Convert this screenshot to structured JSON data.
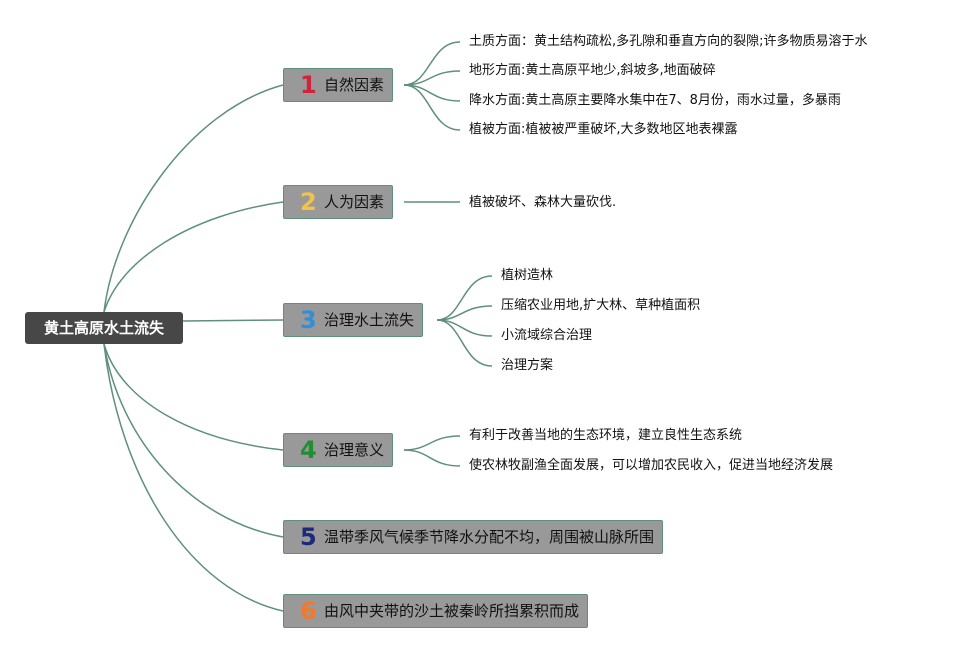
{
  "root": "黄土高原水土流失",
  "colors": {
    "link": "#5f8f7e",
    "root_bg": "#474747",
    "topic_bg": "#999999",
    "num": [
      "#d0243c",
      "#f2c24a",
      "#2f8fd8",
      "#1f8f2f",
      "#1d2a7a",
      "#f2782a"
    ]
  },
  "topics": [
    {
      "num": "1",
      "label": "自然因素",
      "children": [
        "土质方面：黄土结构疏松,多孔隙和垂直方向的裂隙;许多物质易溶于水",
        "地形方面:黄土高原平地少,斜坡多,地面破碎",
        "降水方面:黄土高原主要降水集中在7、8月份，雨水过量，多暴雨",
        "植被方面:植被被严重破坏,大多数地区地表裸露"
      ]
    },
    {
      "num": "2",
      "label": "人为因素",
      "children": [
        "植被破坏、森林大量砍伐."
      ]
    },
    {
      "num": "3",
      "label": "治理水土流失",
      "children": [
        "植树造林",
        "压缩农业用地,扩大林、草种植面积",
        "小流域综合治理",
        "治理方案"
      ]
    },
    {
      "num": "4",
      "label": "治理意义",
      "children": [
        "有利于改善当地的生态环境，建立良性生态系统",
        "使农林牧副渔全面发展，可以增加农民收入，促进当地经济发展"
      ]
    },
    {
      "num": "5",
      "label": "温带季风气候季节降水分配不均，周围被山脉所围",
      "children": []
    },
    {
      "num": "6",
      "label": "由风中夹带的沙土被秦岭所挡累积而成",
      "children": []
    }
  ]
}
